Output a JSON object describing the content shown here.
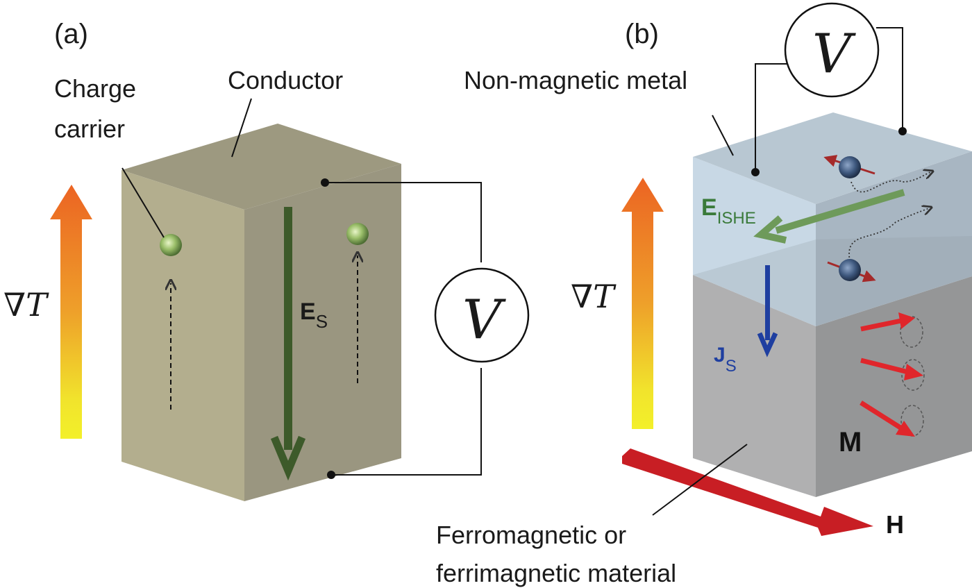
{
  "panel_a": {
    "tag": "(a)",
    "conductor_label": "Conductor",
    "carrier_label_line1": "Charge",
    "carrier_label_line2": "carrier",
    "field_label_main": "E",
    "field_label_sub": "S",
    "gradient_label": "∇T",
    "voltmeter_label": "V"
  },
  "panel_b": {
    "tag": "(b)",
    "metal_label": "Non-magnetic metal",
    "ishe_label_main": "E",
    "ishe_label_sub": "ISHE",
    "spin_current_main": "J",
    "spin_current_sub": "S",
    "magnetization_label": "M",
    "field_label": "H",
    "gradient_label": "∇T",
    "voltmeter_label": "V",
    "magnet_label_line1": "Ferromagnetic or",
    "magnet_label_line2": "ferrimagnetic material"
  },
  "colors": {
    "conductor_front": "#b3ae8e",
    "conductor_side": "#9a9680",
    "conductor_top": "#9d9980",
    "field_arrow": "#3d5a2a",
    "ishe_arrow": "#6e9a5a",
    "spin_arrow": "#1f3fa0",
    "magnet_arrow": "#e0262b",
    "h_arrow": "#c81e24"
  }
}
